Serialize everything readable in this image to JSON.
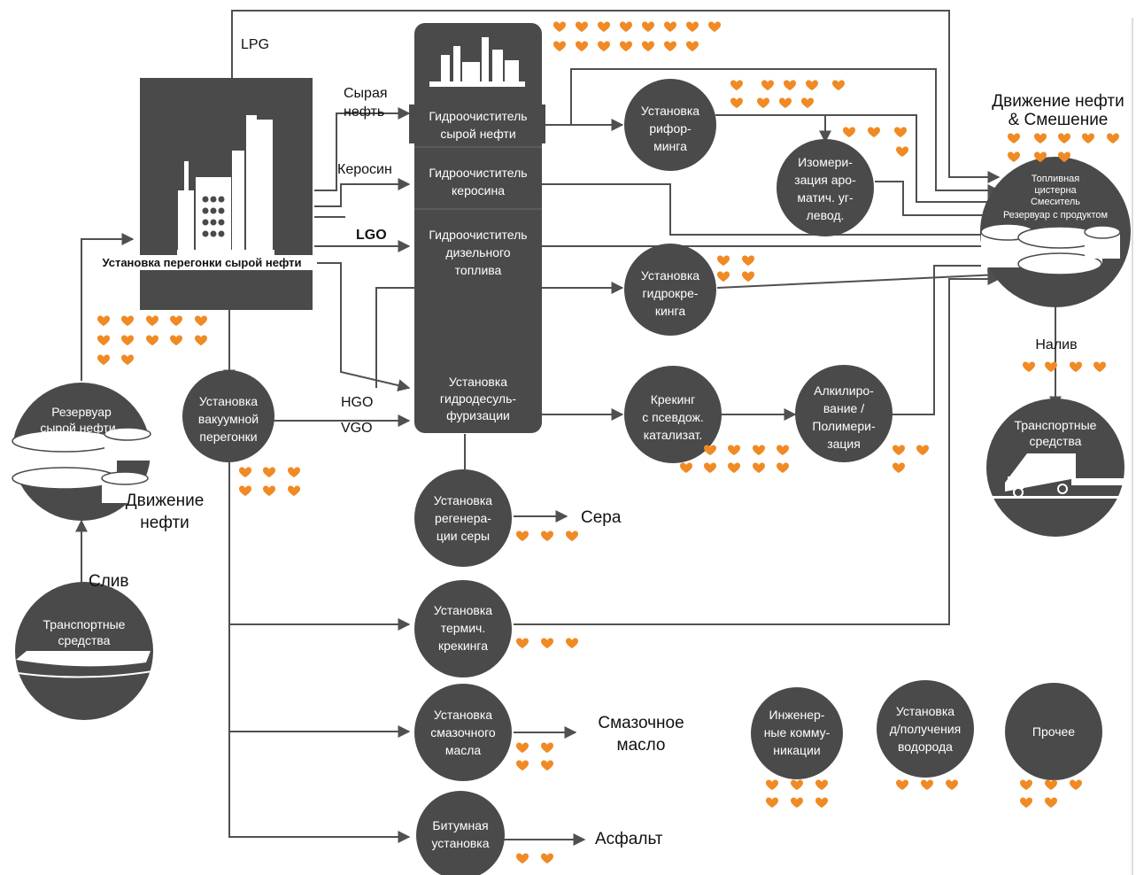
{
  "labels": {
    "lpg": "LPG",
    "crude_stream": [
      "Сырая",
      "нефть"
    ],
    "kerosene_stream": "Керосин",
    "lgo": "LGO",
    "hgo": "HGO",
    "vgo": "VGO",
    "oil_movement_blending": [
      "Движение нефти",
      "& Смешение"
    ],
    "oil_movement": [
      "Движение",
      "нефти"
    ],
    "drain": "Слив",
    "loading": "Налив",
    "sulfur": "Сера",
    "lube_oil": [
      "Смазочное",
      "масло"
    ],
    "asphalt": "Асфальт"
  },
  "nodes": {
    "crude_distillation": "Установка перегонки сырой нефти",
    "crude_hydrotreater": [
      "Гидроочиститель",
      "сырой нефти"
    ],
    "kerosene_hydrotreater": [
      "Гидроочиститель",
      "керосина"
    ],
    "diesel_hydrotreater": [
      "Гидроочиститель",
      "дизельного",
      "топлива"
    ],
    "hydrodesulfurization": [
      "Установка",
      "гидродесуль-",
      "фуризации"
    ],
    "reforming": [
      "Установка",
      "рифор-",
      "минга"
    ],
    "isomerization": [
      "Изомери-",
      "зация аро-",
      "матич. уг-",
      "левод."
    ],
    "hydrocracking": [
      "Установка",
      "гидрокре-",
      "кинга"
    ],
    "fluid_cat_cracking": [
      "Крекинг",
      "с псевдож.",
      "катализат."
    ],
    "alkylation": [
      "Алкилиро-",
      "вание /",
      "Полимери-",
      "зация"
    ],
    "vacuum_distillation": [
      "Установка",
      "вакуумной",
      "перегонки"
    ],
    "sulfur_recovery": [
      "Установка",
      "регенера-",
      "ции серы"
    ],
    "thermal_cracking": [
      "Установка",
      "термич.",
      "крекинга"
    ],
    "lube_oil_unit": [
      "Установка",
      "смазочного",
      "масла"
    ],
    "bitumen_unit": [
      "Битумная",
      "установка"
    ],
    "utilities": [
      "Инженер-",
      "ные комму-",
      "никации"
    ],
    "hydrogen_unit": [
      "Установка",
      "д/получения",
      "водорода"
    ],
    "other": [
      "Прочее"
    ],
    "crude_tank": [
      "Резервуар",
      "сырой нефти"
    ],
    "transport_in": [
      "Транспортные",
      "средства"
    ],
    "product_tank": [
      "Топливная",
      "цистерна",
      "Смеситель",
      "Резервуар с продуктом"
    ],
    "transport_out": [
      "Транспортные",
      "средства"
    ]
  },
  "colors": {
    "unit_fill": "#4a4a4a",
    "line": "#505050",
    "heart_icon": "#f08a24"
  },
  "icons": [
    "factory-icon",
    "heart-hands-icon",
    "tank-icon",
    "ship-icon",
    "truck-icon"
  ]
}
